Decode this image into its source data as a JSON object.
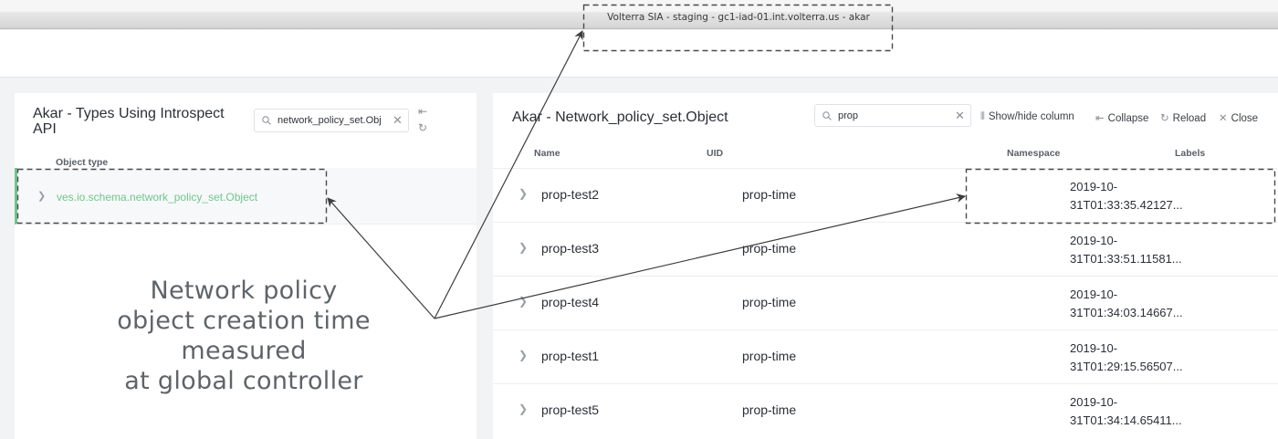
{
  "window": {
    "title": "Volterra SIA - staging - gc1-iad-01.int.volterra.us - akar"
  },
  "left_panel": {
    "title_line1": "Akar - Types Using Introspect",
    "title_line2": "API",
    "search": {
      "value": "network_policy_set.Obj"
    },
    "column_header": "Object type",
    "tree_items": [
      {
        "label": "ves.io.schema.network_policy_set.Object"
      }
    ]
  },
  "right_panel": {
    "title": "Akar - Network_policy_set.Object",
    "search": {
      "value": "prop"
    },
    "toolbar": {
      "show_hide_column": "Show/hide column",
      "collapse": "Collapse",
      "reload": "Reload",
      "close": "Close"
    },
    "columns": {
      "name": "Name",
      "uid": "UID",
      "namespace": "Namespace",
      "labels": "Labels"
    },
    "rows": [
      {
        "name": "prop-test2",
        "uid": "prop-time",
        "ts_line1": "2019-10-",
        "ts_line2": "31T01:33:35.42127..."
      },
      {
        "name": "prop-test3",
        "uid": "prop-time",
        "ts_line1": "2019-10-",
        "ts_line2": "31T01:33:51.11581..."
      },
      {
        "name": "prop-test4",
        "uid": "prop-time",
        "ts_line1": "2019-10-",
        "ts_line2": "31T01:34:03.14667..."
      },
      {
        "name": "prop-test1",
        "uid": "prop-time",
        "ts_line1": "2019-10-",
        "ts_line2": "31T01:29:15.56507..."
      },
      {
        "name": "prop-test5",
        "uid": "prop-time",
        "ts_line1": "2019-10-",
        "ts_line2": "31T01:34:14.65411..."
      }
    ]
  },
  "annotation": {
    "line1": "Network policy",
    "line2": "object creation time measured",
    "line3": "at global controller"
  },
  "colors": {
    "accent_green": "#6fc58e",
    "annotation_gray": "#5f6469"
  }
}
